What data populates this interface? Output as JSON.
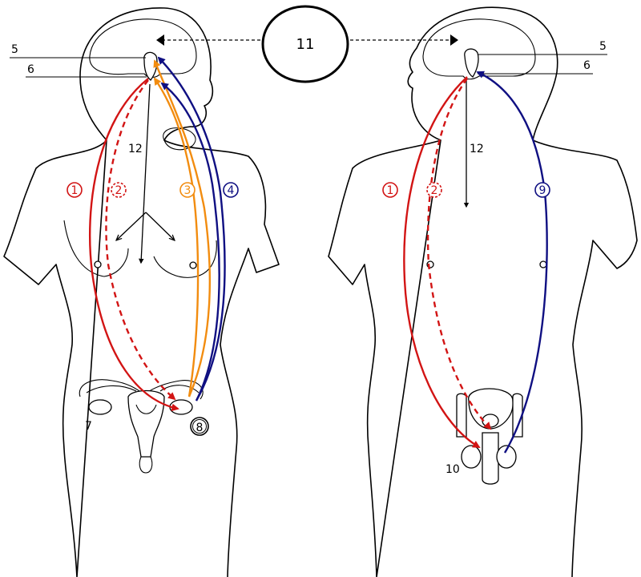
{
  "colors": {
    "red": "#d21414",
    "orange": "#f28c0f",
    "navy": "#0f0f82",
    "black": "#000000"
  },
  "center": {
    "label": "11"
  },
  "female": {
    "labels": {
      "l5": "5",
      "l6": "6",
      "l12": "12",
      "l7": "7"
    },
    "circled": {
      "c1": "1",
      "c2": "2",
      "c3": "3",
      "c4": "4",
      "c8": "8"
    }
  },
  "male": {
    "labels": {
      "l5": "5",
      "l6": "6",
      "l12": "12",
      "l10": "10"
    },
    "circled": {
      "c1": "1",
      "c2": "2",
      "c9": "9"
    }
  }
}
